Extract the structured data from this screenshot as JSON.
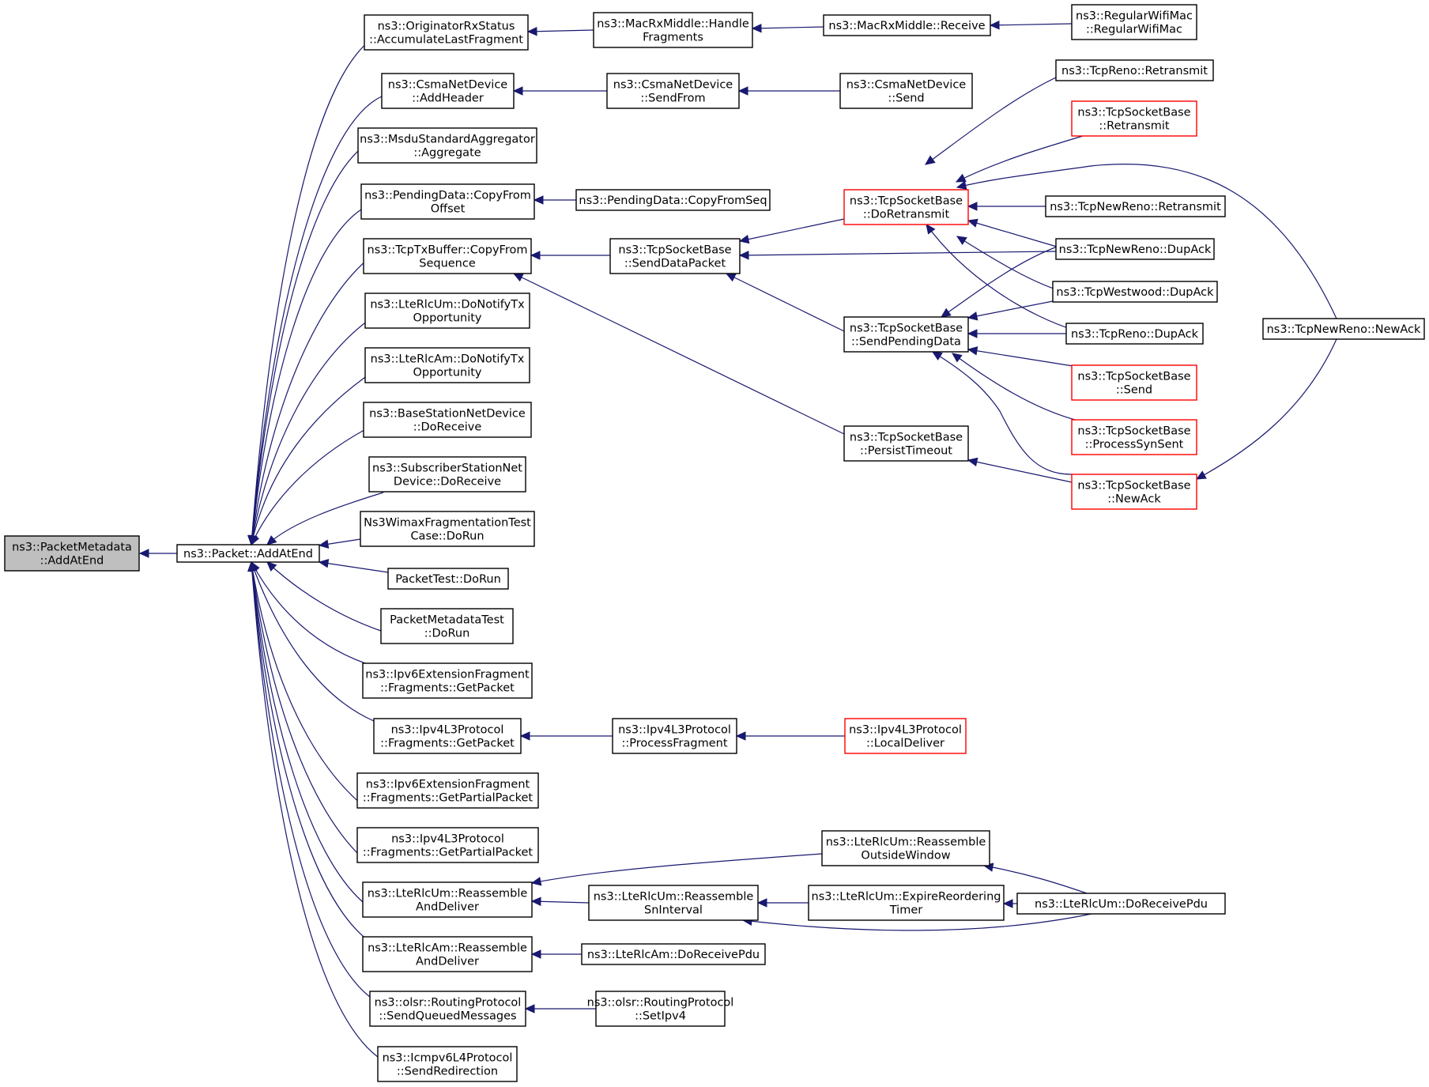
{
  "colors": {
    "edge": "#191970",
    "border": "#000000",
    "red_border": "#ff0000",
    "focus_fill": "#bfbfbf"
  },
  "nodes": [
    {
      "id": "focus",
      "name": "packet-metadata-add-at-end",
      "lines": [
        "ns3::PacketMetadata",
        "::AddAtEnd"
      ],
      "style": "focus"
    },
    {
      "id": "paae",
      "name": "packet-add-at-end",
      "lines": [
        "ns3::Packet::AddAtEnd"
      ]
    },
    {
      "id": "orx",
      "name": "originator-rx-status-accumulate-last-fragment",
      "lines": [
        "ns3::OriginatorRxStatus",
        "::AccumulateLastFragment"
      ]
    },
    {
      "id": "csah",
      "name": "csma-net-device-add-header",
      "lines": [
        "ns3::CsmaNetDevice",
        "::AddHeader"
      ]
    },
    {
      "id": "msdu",
      "name": "msdu-standard-aggregator-aggregate",
      "lines": [
        "ns3::MsduStandardAggregator",
        "::Aggregate"
      ]
    },
    {
      "id": "pdco",
      "name": "pending-data-copy-from-offset",
      "lines": [
        "ns3::PendingData::CopyFrom",
        "Offset"
      ]
    },
    {
      "id": "tcpcs",
      "name": "tcp-tx-buffer-copy-from-sequence",
      "lines": [
        "ns3::TcpTxBuffer::CopyFrom",
        "Sequence"
      ]
    },
    {
      "id": "ltumtx",
      "name": "lte-rlc-um-do-notify-tx-opportunity",
      "lines": [
        "ns3::LteRlcUm::DoNotifyTx",
        "Opportunity"
      ]
    },
    {
      "id": "ltamtx",
      "name": "lte-rlc-am-do-notify-tx-opportunity",
      "lines": [
        "ns3::LteRlcAm::DoNotifyTx",
        "Opportunity"
      ]
    },
    {
      "id": "bsnd",
      "name": "base-station-net-device-do-receive",
      "lines": [
        "ns3::BaseStationNetDevice",
        "::DoReceive"
      ]
    },
    {
      "id": "ssnd",
      "name": "subscriber-station-net-device-do-receive",
      "lines": [
        "ns3::SubscriberStationNet",
        "Device::DoReceive"
      ]
    },
    {
      "id": "wimax",
      "name": "ns3-wimax-fragmentation-test-case-do-run",
      "lines": [
        "Ns3WimaxFragmentationTest",
        "Case::DoRun"
      ]
    },
    {
      "id": "ptest",
      "name": "packet-test-do-run",
      "lines": [
        "PacketTest::DoRun"
      ]
    },
    {
      "id": "pmtest",
      "name": "packet-metadata-test-do-run",
      "lines": [
        "PacketMetadataTest",
        "::DoRun"
      ]
    },
    {
      "id": "ip6gp",
      "name": "ipv6-extension-fragment-get-packet",
      "lines": [
        "ns3::Ipv6ExtensionFragment",
        "::Fragments::GetPacket"
      ]
    },
    {
      "id": "ip4gp",
      "name": "ipv4-l3-protocol-fragments-get-packet",
      "lines": [
        "ns3::Ipv4L3Protocol",
        "::Fragments::GetPacket"
      ]
    },
    {
      "id": "ip6gpp",
      "name": "ipv6-extension-fragment-get-partial-packet",
      "lines": [
        "ns3::Ipv6ExtensionFragment",
        "::Fragments::GetPartialPacket"
      ]
    },
    {
      "id": "ip4gpp",
      "name": "ipv4-l3-protocol-fragments-get-partial-packet",
      "lines": [
        "ns3::Ipv4L3Protocol",
        "::Fragments::GetPartialPacket"
      ]
    },
    {
      "id": "ltumrd",
      "name": "lte-rlc-um-reassemble-and-deliver",
      "lines": [
        "ns3::LteRlcUm::Reassemble",
        "AndDeliver"
      ]
    },
    {
      "id": "ltamrd",
      "name": "lte-rlc-am-reassemble-and-deliver",
      "lines": [
        "ns3::LteRlcAm::Reassemble",
        "AndDeliver"
      ]
    },
    {
      "id": "olsrsq",
      "name": "olsr-routing-protocol-send-queued-messages",
      "lines": [
        "ns3::olsr::RoutingProtocol",
        "::SendQueuedMessages"
      ]
    },
    {
      "id": "icmp6",
      "name": "icmpv6-l4-protocol-send-redirection",
      "lines": [
        "ns3::Icmpv6L4Protocol",
        "::SendRedirection"
      ]
    },
    {
      "id": "macrxhf",
      "name": "mac-rx-middle-handle-fragments",
      "lines": [
        "ns3::MacRxMiddle::Handle",
        "Fragments"
      ]
    },
    {
      "id": "csmasf",
      "name": "csma-net-device-send-from",
      "lines": [
        "ns3::CsmaNetDevice",
        "::SendFrom"
      ]
    },
    {
      "id": "pdcfs",
      "name": "pending-data-copy-from-seq",
      "lines": [
        "ns3::PendingData::CopyFromSeq"
      ]
    },
    {
      "id": "tsbsdp",
      "name": "tcp-socket-base-send-data-packet",
      "lines": [
        "ns3::TcpSocketBase",
        "::SendDataPacket"
      ]
    },
    {
      "id": "ip4pf",
      "name": "ipv4-l3-protocol-process-fragment",
      "lines": [
        "ns3::Ipv4L3Protocol",
        "::ProcessFragment"
      ]
    },
    {
      "id": "ltumrsi",
      "name": "lte-rlc-um-reassemble-sn-interval",
      "lines": [
        "ns3::LteRlcUm::Reassemble",
        "SnInterval"
      ]
    },
    {
      "id": "ltamdrp",
      "name": "lte-rlc-am-do-receive-pdu",
      "lines": [
        "ns3::LteRlcAm::DoReceivePdu"
      ]
    },
    {
      "id": "olsrsi",
      "name": "olsr-routing-protocol-set-ipv4",
      "lines": [
        "ns3::olsr::RoutingProtocol",
        "::SetIpv4"
      ]
    },
    {
      "id": "macrxr",
      "name": "mac-rx-middle-receive",
      "lines": [
        "ns3::MacRxMiddle::Receive"
      ]
    },
    {
      "id": "csmas",
      "name": "csma-net-device-send",
      "lines": [
        "ns3::CsmaNetDevice",
        "::Send"
      ]
    },
    {
      "id": "tsbdr",
      "name": "tcp-socket-base-do-retransmit",
      "lines": [
        "ns3::TcpSocketBase",
        "::DoRetransmit"
      ],
      "style": "red"
    },
    {
      "id": "tsbspd",
      "name": "tcp-socket-base-send-pending-data",
      "lines": [
        "ns3::TcpSocketBase",
        "::SendPendingData"
      ]
    },
    {
      "id": "tsbpt",
      "name": "tcp-socket-base-persist-timeout",
      "lines": [
        "ns3::TcpSocketBase",
        "::PersistTimeout"
      ]
    },
    {
      "id": "ip4ld",
      "name": "ipv4-l3-protocol-local-deliver",
      "lines": [
        "ns3::Ipv4L3Protocol",
        "::LocalDeliver"
      ],
      "style": "red"
    },
    {
      "id": "ltumrow",
      "name": "lte-rlc-um-reassemble-outside-window",
      "lines": [
        "ns3::LteRlcUm::Reassemble",
        "OutsideWindow"
      ]
    },
    {
      "id": "ltumert",
      "name": "lte-rlc-um-expire-reordering-timer",
      "lines": [
        "ns3::LteRlcUm::ExpireReordering",
        "Timer"
      ]
    },
    {
      "id": "rwm",
      "name": "regular-wifi-mac-regular-wifi-mac",
      "lines": [
        "ns3::RegularWifiMac",
        "::RegularWifiMac"
      ]
    },
    {
      "id": "trrt",
      "name": "tcp-reno-retransmit",
      "lines": [
        "ns3::TcpReno::Retransmit"
      ]
    },
    {
      "id": "tsbrt",
      "name": "tcp-socket-base-retransmit",
      "lines": [
        "ns3::TcpSocketBase",
        "::Retransmit"
      ],
      "style": "red"
    },
    {
      "id": "tnrrt",
      "name": "tcp-new-reno-retransmit",
      "lines": [
        "ns3::TcpNewReno::Retransmit"
      ]
    },
    {
      "id": "tnrda",
      "name": "tcp-new-reno-dup-ack",
      "lines": [
        "ns3::TcpNewReno::DupAck"
      ]
    },
    {
      "id": "twda",
      "name": "tcp-westwood-dup-ack",
      "lines": [
        "ns3::TcpWestwood::DupAck"
      ]
    },
    {
      "id": "trda",
      "name": "tcp-reno-dup-ack",
      "lines": [
        "ns3::TcpReno::DupAck"
      ]
    },
    {
      "id": "tsbsend",
      "name": "tcp-socket-base-send",
      "lines": [
        "ns3::TcpSocketBase",
        "::Send"
      ],
      "style": "red"
    },
    {
      "id": "tsbpss",
      "name": "tcp-socket-base-process-syn-sent",
      "lines": [
        "ns3::TcpSocketBase",
        "::ProcessSynSent"
      ],
      "style": "red"
    },
    {
      "id": "tsbna",
      "name": "tcp-socket-base-new-ack",
      "lines": [
        "ns3::TcpSocketBase",
        "::NewAck"
      ],
      "style": "red"
    },
    {
      "id": "ltumdrp",
      "name": "lte-rlc-um-do-receive-pdu",
      "lines": [
        "ns3::LteRlcUm::DoReceivePdu"
      ]
    },
    {
      "id": "tnrna",
      "name": "tcp-new-reno-new-ack",
      "lines": [
        "ns3::TcpNewReno::NewAck"
      ]
    }
  ]
}
